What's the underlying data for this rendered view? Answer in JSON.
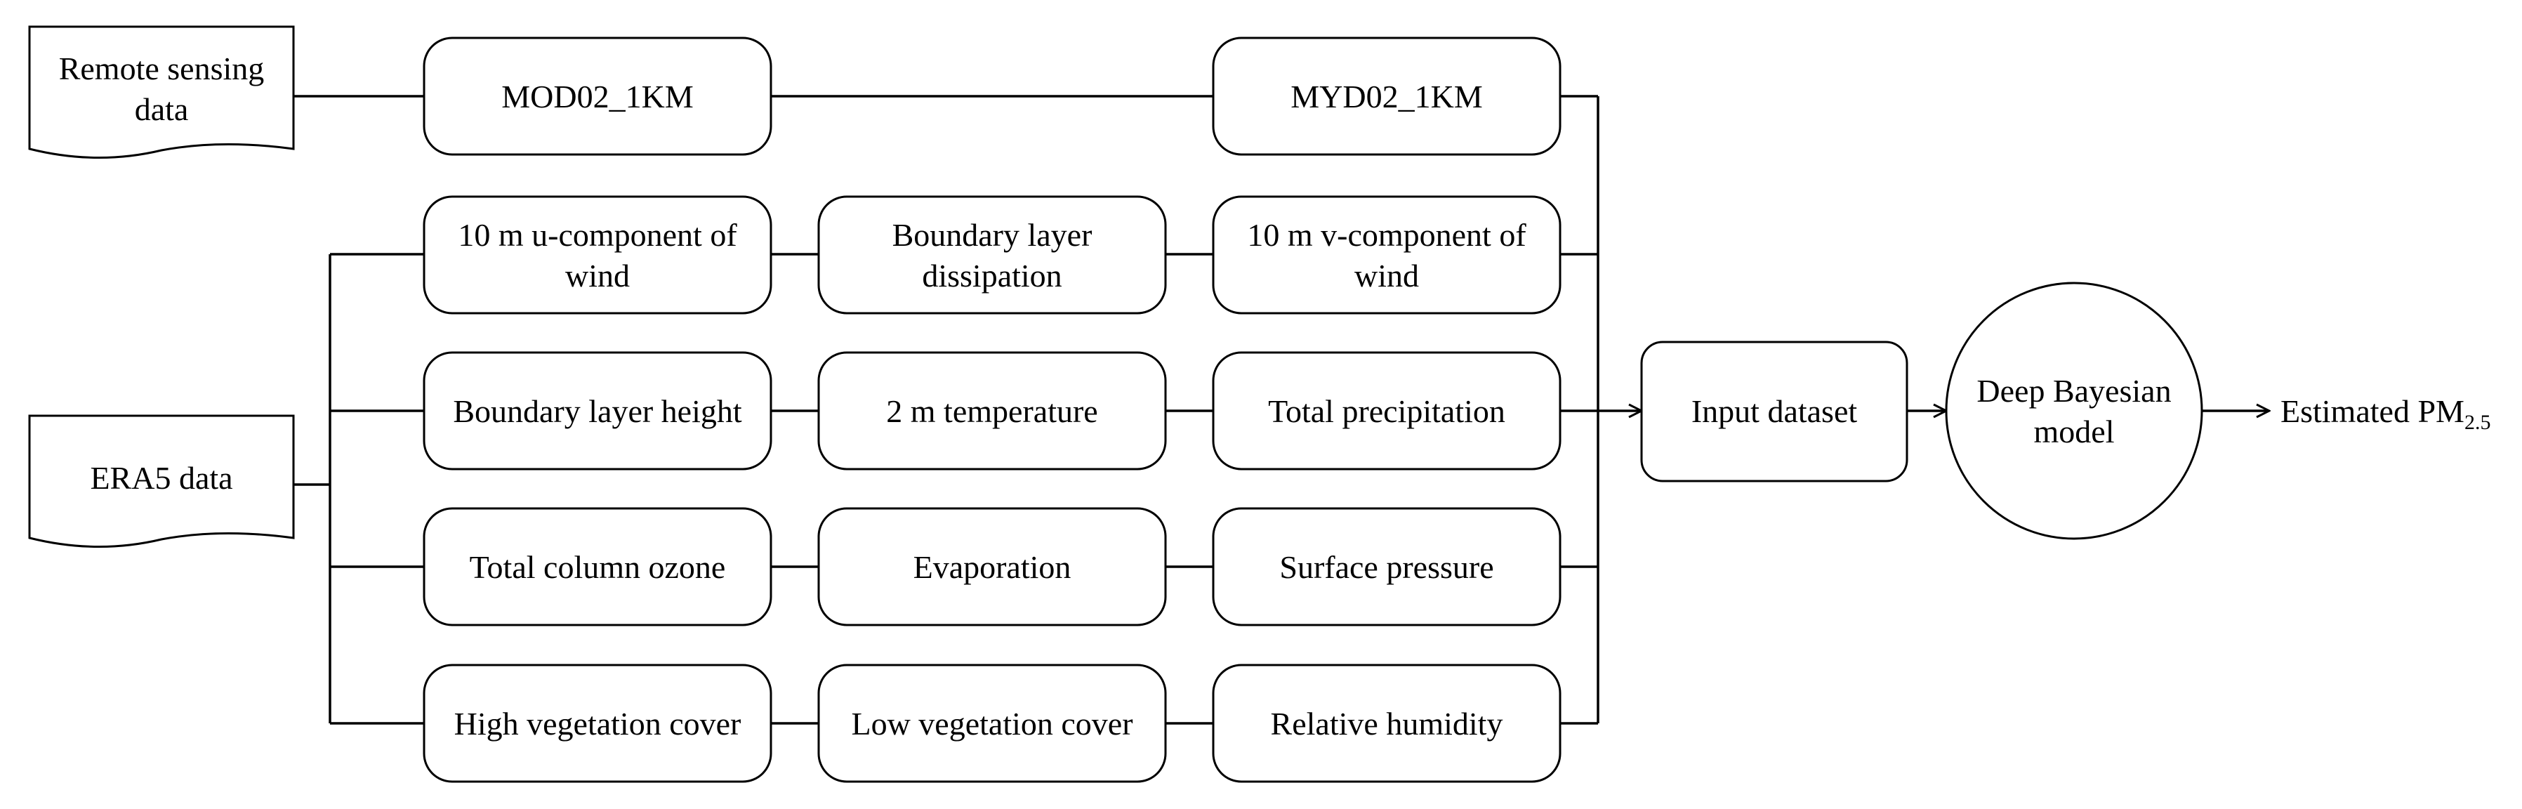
{
  "sources": {
    "remote_sensing": [
      "Remote sensing",
      "data"
    ],
    "era5": [
      "ERA5 data"
    ]
  },
  "modis": {
    "terra": [
      "MOD02_1KM"
    ],
    "aqua": [
      "MYD02_1KM"
    ]
  },
  "variables": [
    [
      [
        "10 m u-component of",
        "wind"
      ],
      [
        "Boundary layer",
        "dissipation"
      ],
      [
        "10 m v-component of",
        "wind"
      ]
    ],
    [
      [
        "Boundary layer height"
      ],
      [
        "2 m temperature"
      ],
      [
        "Total precipitation"
      ]
    ],
    [
      [
        "Total column ozone"
      ],
      [
        "Evaporation"
      ],
      [
        "Surface pressure"
      ]
    ],
    [
      [
        "High vegetation cover"
      ],
      [
        "Low vegetation cover"
      ],
      [
        "Relative humidity"
      ]
    ]
  ],
  "input_dataset": [
    "Input dataset"
  ],
  "model": [
    "Deep Bayesian",
    "model"
  ],
  "output": {
    "label": "Estimated PM",
    "subscript": "2.5"
  }
}
